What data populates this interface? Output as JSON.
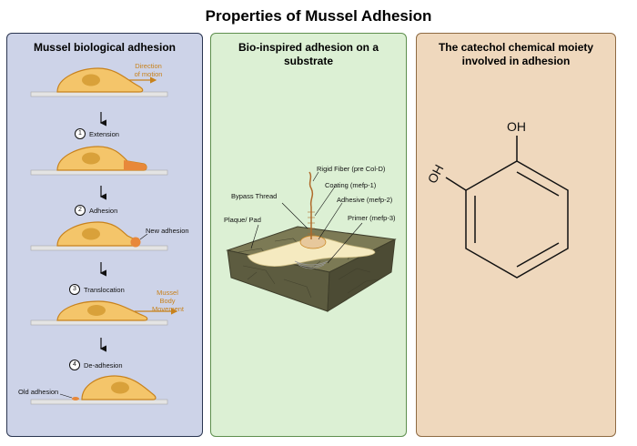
{
  "title": "Properties of Mussel Adhesion",
  "panels": {
    "biological": {
      "title": "Mussel biological adhesion",
      "direction_label_1": "Direction",
      "direction_label_2": "of motion",
      "steps": [
        {
          "num": "1",
          "label": "Extension"
        },
        {
          "num": "2",
          "label": "Adhesion"
        },
        {
          "num": "3",
          "label": "Translocation"
        },
        {
          "num": "4",
          "label": "De-adhesion"
        }
      ],
      "new_adhesion_label": "New adhesion",
      "movement_label_1": "Mussel",
      "movement_label_2": "Body",
      "movement_label_3": "Movement",
      "old_adhesion_label": "Old adhesion"
    },
    "substrate": {
      "title_line1": "Bio-inspired adhesion on a",
      "title_line2": "substrate",
      "labels": {
        "rigid_fiber": "Rigid Fiber (pre Col-D)",
        "coating": "Coating (mefp-1)",
        "bypass_thread": "Bypass Thread",
        "adhesive": "Adhesive (mefp-2)",
        "primer": "Primer (mefp-3)",
        "plaque": "Plaque/ Pad"
      }
    },
    "catechol": {
      "title_line1": "The catechol chemical moiety",
      "title_line2": "involved in adhesion",
      "oh_top": "OH",
      "oh_left": "OH"
    }
  },
  "colors": {
    "cell_fill": "#f4c56a",
    "cell_stroke": "#c8821c",
    "nucleus": "#d9a13a",
    "extension": "#e8883a",
    "surface": "#e4e4e4",
    "rock": "#6a6a48"
  }
}
